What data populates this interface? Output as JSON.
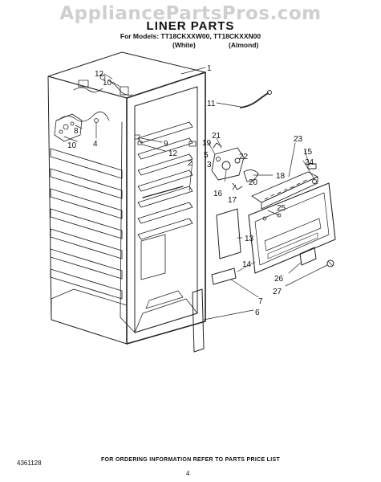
{
  "watermark": "AppliancePartsPros.com",
  "title": "LINER PARTS",
  "models_line": "For Models: TT18CKXXW00, TT18CKXXN00",
  "variants": [
    "(White)",
    "(Almond)"
  ],
  "callouts": [
    "1",
    "12",
    "10",
    "11",
    "4",
    "9",
    "12",
    "8",
    "10",
    "2",
    "21",
    "19",
    "5",
    "3",
    "23",
    "15",
    "24",
    "18",
    "16",
    "17",
    "22",
    "20",
    "25",
    "13",
    "14",
    "26",
    "27",
    "7",
    "6"
  ],
  "footer": {
    "ordering_note": "FOR ORDERING INFORMATION REFER TO PARTS PRICE LIST",
    "doc_number": "4361128",
    "page_number": "4"
  }
}
